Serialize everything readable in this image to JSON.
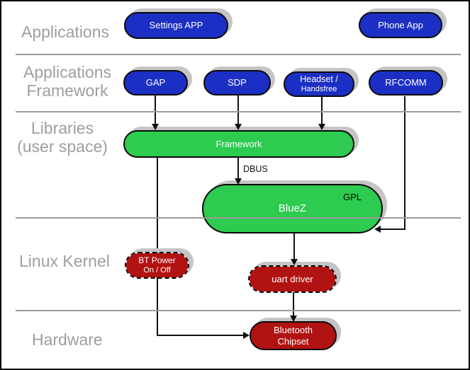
{
  "layers": {
    "applications": "Applications",
    "applications_framework": "Applications\nFramework",
    "libraries": "Libraries\n(user space)",
    "linux_kernel": "Linux Kernel",
    "hardware": "Hardware"
  },
  "nodes": {
    "settings_app": {
      "label": "Settings APP",
      "color": "#1c2fc4"
    },
    "phone_app": {
      "label": "Phone App",
      "color": "#1c2fc4"
    },
    "gap": {
      "label": "GAP",
      "color": "#1c2fc4"
    },
    "sdp": {
      "label": "SDP",
      "color": "#1c2fc4"
    },
    "headset": {
      "line1": "Headset /",
      "line2": "Handsfree",
      "color": "#1c2fc4"
    },
    "rfcomm": {
      "label": "RFCOMM",
      "color": "#1c2fc4"
    },
    "framework": {
      "label": "Framework",
      "color": "#2dcb50"
    },
    "bluez": {
      "label": "BlueZ",
      "tag": "GPL",
      "color": "#2dcb50"
    },
    "bt_power": {
      "line1": "BT Power",
      "line2": "On / Off",
      "color": "#b11212"
    },
    "uart_driver": {
      "label": "uart driver",
      "color": "#b11212"
    },
    "bluetooth_chipset": {
      "line1": "Bluetooth",
      "line2": "Chipset",
      "color": "#b11212"
    }
  },
  "edge_labels": {
    "dbus": "DBUS"
  },
  "colors": {
    "app_blue": "#1c2fc4",
    "lib_green": "#2dcb50",
    "kernel_red": "#b11212",
    "divider_gray": "#9b9b9b",
    "layer_text_gray": "#9e9e9e",
    "shadow_gray": "#c5c5c5"
  }
}
